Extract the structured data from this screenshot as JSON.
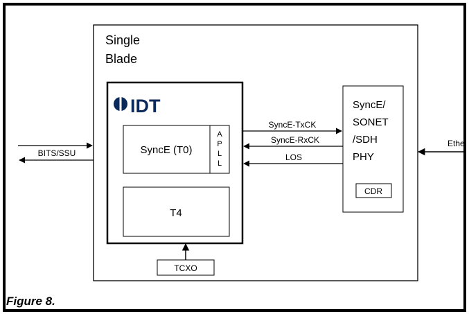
{
  "blade": {
    "title_line1": "Single",
    "title_line2": "Blade"
  },
  "idt_logo": {
    "text": "IDT"
  },
  "blocks": {
    "synce_t0": "SyncE (T0)",
    "apll": [
      "A",
      "P",
      "L",
      "L"
    ],
    "t4": "T4",
    "tcxo": "TCXO",
    "phy_lines": [
      "SyncE/",
      "SONET",
      "/SDH",
      "PHY"
    ],
    "cdr": "CDR"
  },
  "signals": {
    "bits_ssu": "BITS/SSU",
    "synce_txck": "SyncE-TxCK",
    "synce_rxck": "SyncE-RxCK",
    "los": "LOS",
    "ethernet": "Ethe"
  },
  "caption": "Figure 8."
}
